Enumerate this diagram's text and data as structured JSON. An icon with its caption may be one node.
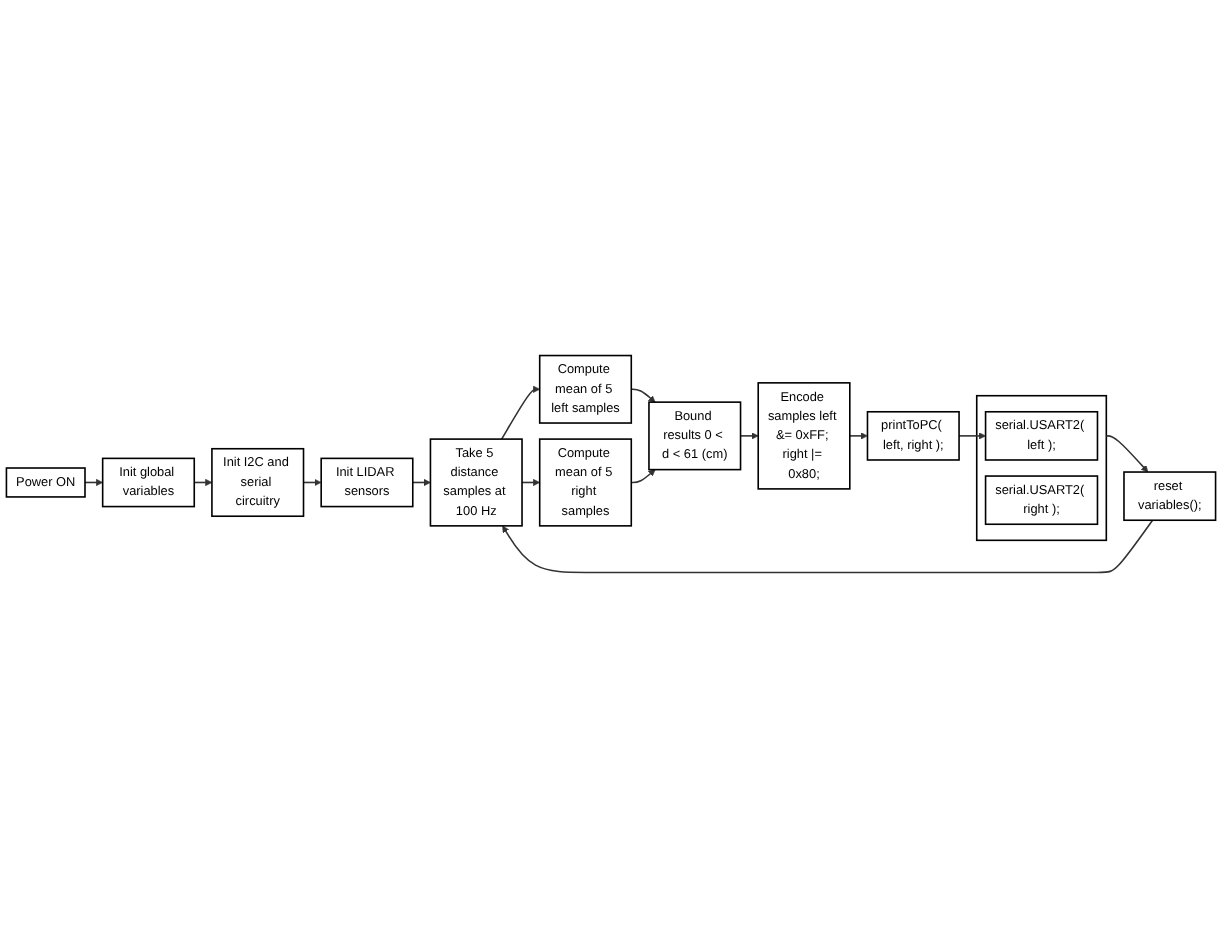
{
  "diagram": {
    "nodes": [
      {
        "text": [
          "Power ON"
        ]
      },
      {
        "text": [
          "Init global variables"
        ]
      },
      {
        "text": [
          "Init I2C and serial circuitry"
        ]
      },
      {
        "text": [
          "Init LIDAR sensors"
        ]
      },
      {
        "text": [
          "Take 5 distance samples at 100 Hz"
        ]
      },
      {
        "text": [
          "Compute mean of 5 left samples"
        ]
      },
      {
        "text": [
          "Compute mean of 5 right samples"
        ]
      },
      {
        "text": [
          "Bound results 0 < d < 61 (cm)"
        ]
      },
      {
        "text": [
          "Encode samples left &= 0xFF; right |= 0x80;"
        ]
      },
      {
        "text": [
          "printToPC( left, right );"
        ]
      },
      {
        "text": [],
        "shape": "box"
      },
      {
        "text": [
          "serial.USART2( left );"
        ],
        "in": 10
      },
      {
        "text": [
          "serial.USART2( right );"
        ],
        "in": 10
      },
      {
        "text": [
          "reset variables();"
        ]
      }
    ],
    "edges": [
      {
        "from": 0,
        "to": 1,
        "arrow": "to"
      },
      {
        "from": 1,
        "to": 2,
        "arrow": "to"
      },
      {
        "from": 2,
        "to": 3,
        "arrow": "to"
      },
      {
        "from": 3,
        "to": 4,
        "arrow": "to"
      },
      {
        "from": 4,
        "to": 5,
        "arrow": "to"
      },
      {
        "from": 4,
        "to": 6,
        "arrow": "to"
      },
      {
        "from": 5,
        "to": 7,
        "arrow": "to"
      },
      {
        "from": 6,
        "to": 7,
        "arrow": "to"
      },
      {
        "from": 7,
        "to": 8,
        "arrow": "to"
      },
      {
        "from": 8,
        "to": 9,
        "arrow": "to"
      },
      {
        "from": 9,
        "to": 11,
        "arrow": "to"
      },
      {
        "from": 10,
        "to": 13,
        "arrow": "to"
      },
      {
        "from": 13,
        "to": 4,
        "arrow": "to"
      }
    ]
  }
}
